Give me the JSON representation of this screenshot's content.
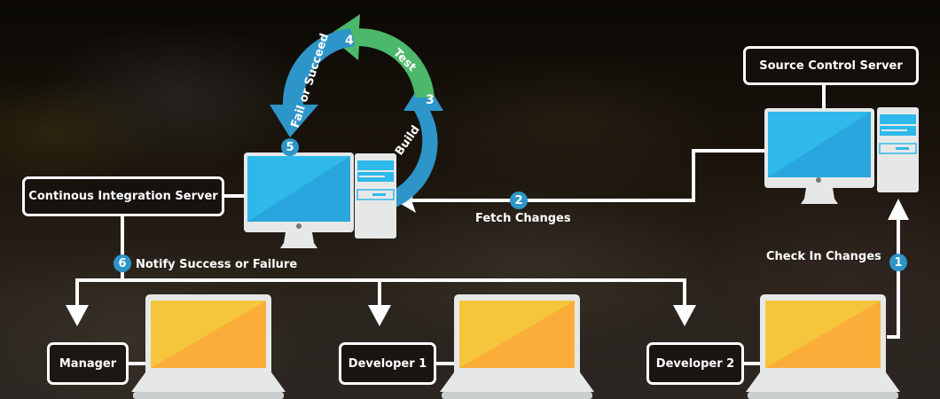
{
  "colors": {
    "cycle_blue": "#2e95c8",
    "cycle_green": "#4cb86b",
    "screen_blue": "#2fb9ea",
    "screen_blue_dark": "#28a6dd",
    "laptop_yellow": "#f5c63b",
    "laptop_orange": "#fbad39",
    "device_gray": "#e6e8e8",
    "line_white": "#ffffff"
  },
  "nodes": {
    "source_control": "Source Control Server",
    "ci_server": "Continous Integration Server",
    "manager": "Manager",
    "developer1": "Developer 1",
    "developer2": "Developer 2"
  },
  "cycle": {
    "steps": [
      {
        "number": "3",
        "label": "Build"
      },
      {
        "number": "4",
        "label": "Test"
      },
      {
        "number": "5",
        "label": "Fail or Succeed"
      }
    ]
  },
  "flow_steps": [
    {
      "number": "1",
      "label": "Check In Changes"
    },
    {
      "number": "2",
      "label": "Fetch Changes"
    },
    {
      "number": "6",
      "label": "Notify Success or Failure"
    }
  ],
  "icons": [
    "desktop-computer-icon",
    "server-tower-icon",
    "laptop-icon",
    "arrow-icon",
    "cycle-arrow-icon"
  ]
}
